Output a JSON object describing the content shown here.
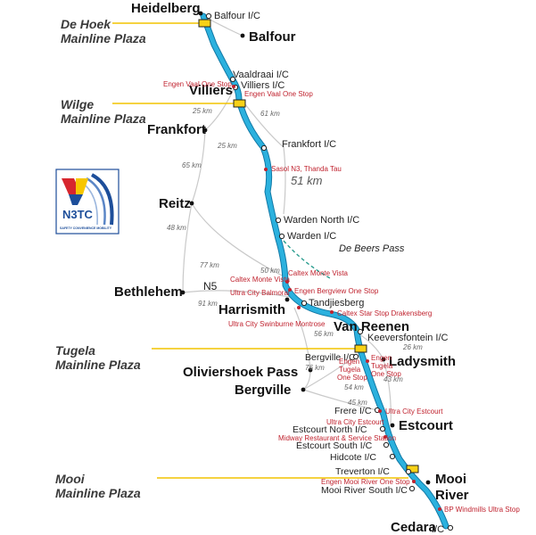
{
  "colors": {
    "route": "#2bb1de",
    "route_edge": "#1279a6",
    "side_road": "#c9c9c9",
    "plaza_line": "#f2c300",
    "plaza_box": "#f7d117",
    "stop_red": "#c0232f",
    "dashed_pass": "#2a9d8f"
  },
  "towns": {
    "heidelberg": "Heidelberg",
    "balfour": "Balfour",
    "villiers": "Villiers",
    "frankfort": "Frankfort",
    "reitz": "Reitz",
    "bethlehem": "Bethlehem",
    "harrismith": "Harrismith",
    "van_reenen": "Van Reenen",
    "ladysmith": "Ladysmith",
    "oliviershoek_pass": "Oliviershoek Pass",
    "bergville": "Bergville",
    "estcourt": "Estcourt",
    "mooi": "Mooi",
    "river": "River",
    "cedara": "Cedara"
  },
  "interchanges": {
    "balfour_ic": "Balfour I/C",
    "vaaldraai_ic": "Vaaldraai I/C",
    "villiers_ic": "Villiers I/C",
    "frankfort_ic": "Frankfort I/C",
    "warden_north_ic": "Warden North I/C",
    "warden_ic": "Warden I/C",
    "tandjiesberg": "Tandjiesberg",
    "keeversfontein_ic": "Keeversfontein I/C",
    "bergville_ic": "Bergville I/C",
    "frere_ic": "Frere I/C",
    "estcourt_north_ic": "Estcourt North I/C",
    "estcourt_south_ic": "Estcourt South I/C",
    "hidcote_ic": "Hidcote I/C",
    "treverton_ic": "Treverton I/C",
    "mooi_river_south_ic": "Mooi River South I/C",
    "cedara_ic": "I/C"
  },
  "stops": {
    "engen_vaal_1": "Engen Vaal One Stop",
    "engen_vaal_2": "Engen Vaal One Stop",
    "sasol_n3": "Sasol N3, Thanda Tau",
    "caltex_monte_vista_1": "Caltex Monte Vista",
    "caltex_monte_vista_2": "Caltex Monte Vista",
    "engen_bergview": "Engen Bergview One Stop",
    "ultra_city_balmoral": "Ultra City Balmoral",
    "caltex_star_stop": "Caltex Star Stop Drakensberg",
    "ultra_city_swinburne": "Ultra City Swinburne Montrose",
    "engen_tugela_1": "Engen",
    "engen_tugela_2": "Tugela",
    "engen_tugela_3": "One Stop",
    "engen_tugela_4": "Engen",
    "engen_tugela_5": "Tugela",
    "engen_tugela_6": "One Stop",
    "ultra_city_estcourt_1": "Ultra City Estcourt",
    "ultra_city_estcourt_2": "Ultra City Estcourt",
    "midway": "Midway Restaurant & Service Station",
    "engen_mooi_river": "Engen Mooi River One Stop",
    "bp_windmills": "BP Windmills Ultra Stop"
  },
  "distances": {
    "d_25_villiers_frankfort": "25 km",
    "d_61": "61 km",
    "d_25_frankfort": "25 km",
    "d_65": "65 km",
    "d_51": "51 km",
    "d_48": "48 km",
    "d_77": "77 km",
    "d_50": "50 km",
    "d_91": "91 km",
    "d_56": "56 km",
    "d_26": "26 km",
    "d_76": "76 km",
    "d_54": "54 km",
    "d_43": "43 km",
    "d_45": "45 km"
  },
  "roads": {
    "n5": "N5"
  },
  "passes": {
    "de_beers_pass": "De Beers Pass"
  },
  "plazas": [
    {
      "line1": "De Hoek",
      "line2": "Mainline Plaza"
    },
    {
      "line1": "Wilge",
      "line2": "Mainline Plaza"
    },
    {
      "line1": "Tugela",
      "line2": "Mainline Plaza"
    },
    {
      "line1": "Mooi",
      "line2": "Mainline Plaza"
    }
  ],
  "logo": {
    "text": "N3TC",
    "caption": "SAFETY CONVENIENCE MOBILITY"
  }
}
